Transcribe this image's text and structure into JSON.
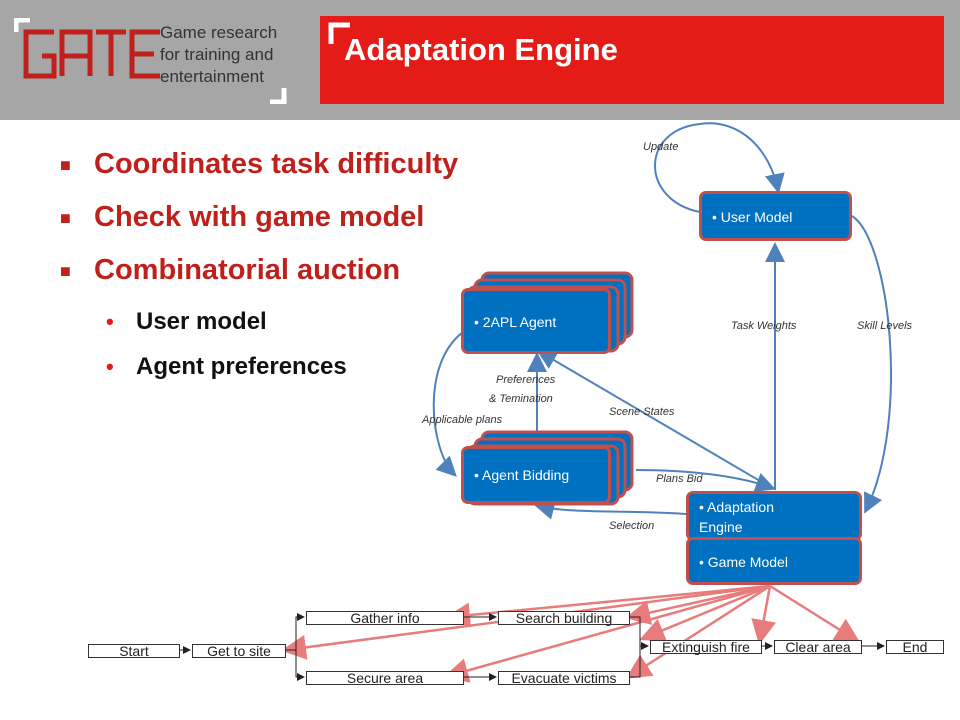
{
  "header": {
    "logo": {
      "mark": "GATE",
      "tagline_lines": [
        "Game research",
        "for training and",
        "entertainment"
      ]
    },
    "title": "Adaptation Engine"
  },
  "bullets": [
    {
      "text": "Coordinates task difficulty",
      "level": 1
    },
    {
      "text": "Check with game model",
      "level": 1
    },
    {
      "text": "Combinatorial auction",
      "level": 1
    },
    {
      "text": "User model",
      "level": 2
    },
    {
      "text": "Agent preferences",
      "level": 2
    }
  ],
  "diagram": {
    "nodes": {
      "user_model": "User Model",
      "agent": "2APL Agent",
      "agent_bidding": "Agent Bidding",
      "adaptation_engine_line1": "Adaptation",
      "adaptation_engine_line2": "Engine",
      "game_model": "Game Model"
    },
    "edge_labels": {
      "update": "Update",
      "task_weights": "Task Weights",
      "skill_levels": "Skill Levels",
      "preferences_line1": "Preferences",
      "preferences_line2": "& Temination",
      "applicable_plans": "Applicable plans",
      "scene_states": "Scene States",
      "plans_bid": "Plans Bid",
      "selection": "Selection"
    },
    "colors": {
      "node_fill": "#0070c0",
      "node_border": "#c0504d",
      "edge": "#4f81bd",
      "flow_arrow": "#e87c7c",
      "accent": "#e41b17"
    }
  },
  "flow": {
    "start": "Start",
    "get_to_site": "Get to site",
    "gather_info": "Gather info",
    "search_building": "Search building",
    "secure_area": "Secure area",
    "evacuate_victims": "Evacuate victims",
    "extinguish_fire": "Extinguish fire",
    "clear_area": "Clear area",
    "end": "End"
  }
}
